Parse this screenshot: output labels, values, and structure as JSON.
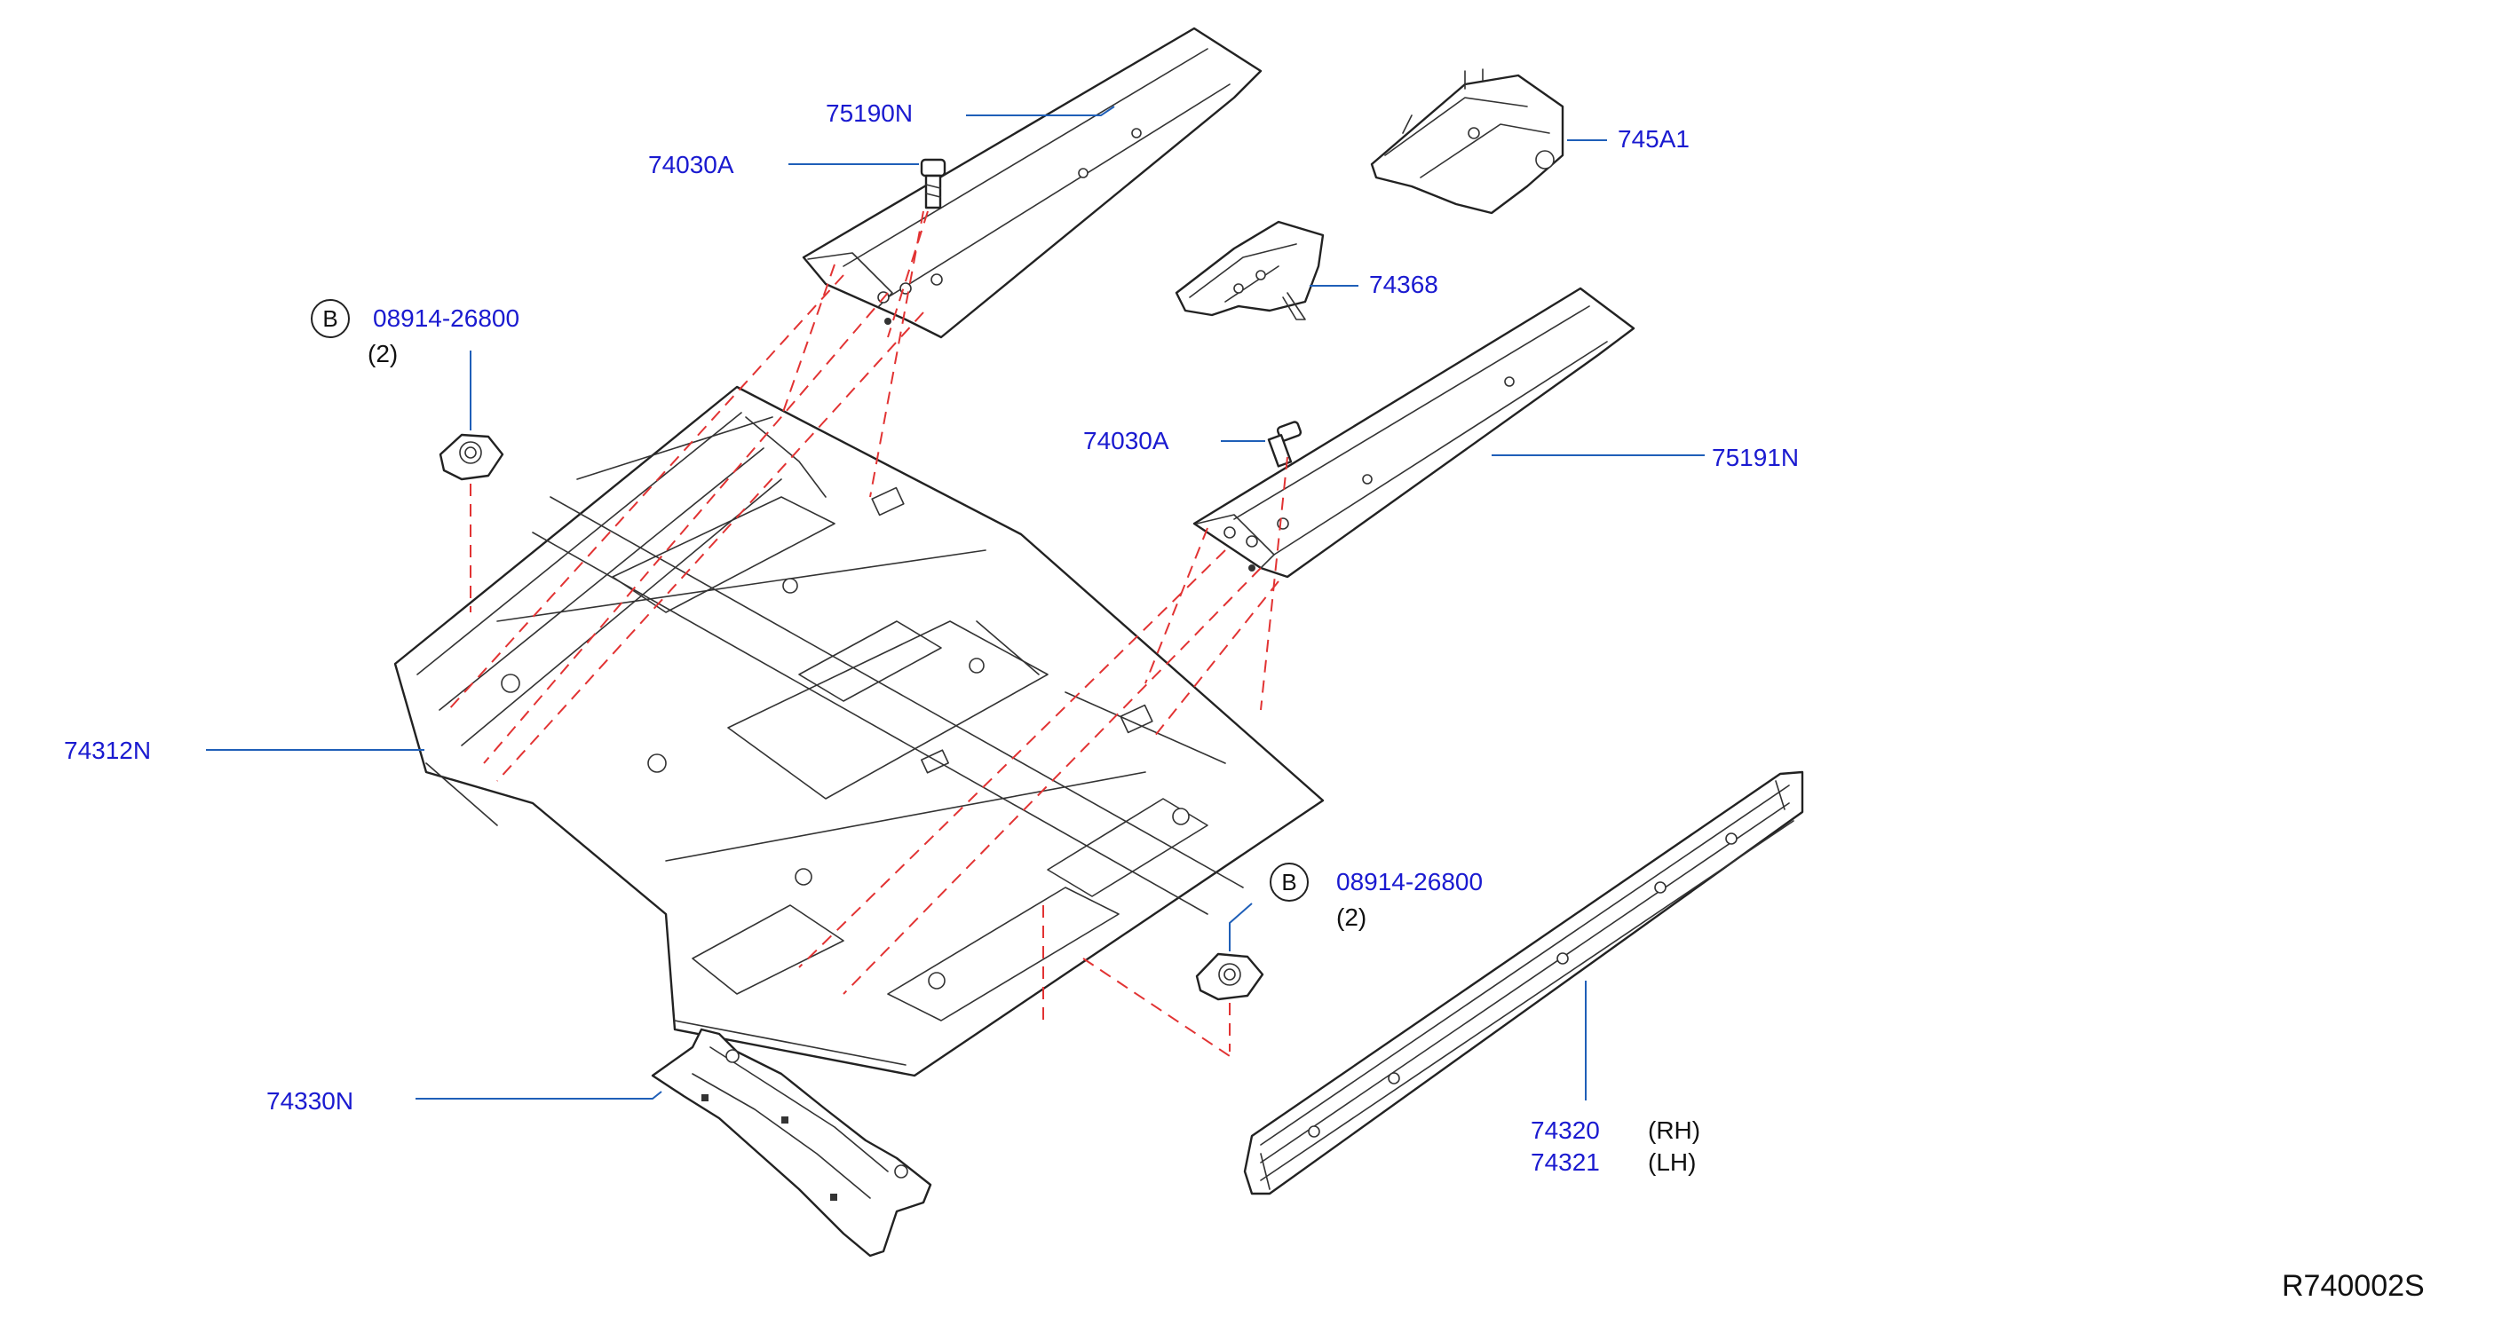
{
  "parts": {
    "p75190n": "75190N",
    "p74030a_top": "74030A",
    "p745a1": "745A1",
    "p74368": "74368",
    "p08914_a": "08914-26800",
    "qty_a": "(2)",
    "p74030a_mid": "74030A",
    "p75191n": "75191N",
    "p74312n": "74312N",
    "p08914_b": "08914-26800",
    "qty_b": "(2)",
    "p74330n": "74330N",
    "p74320": "74320",
    "p74320_side": "(RH)",
    "p74321": "74321",
    "p74321_side": "(LH)"
  },
  "callout_symbol": "B",
  "diagram_code": "R740002S",
  "colors": {
    "part_number": "#1a1ad0",
    "leader_line": "#1f5fb8",
    "hidden_line": "#e23333",
    "outline": "#222222"
  }
}
